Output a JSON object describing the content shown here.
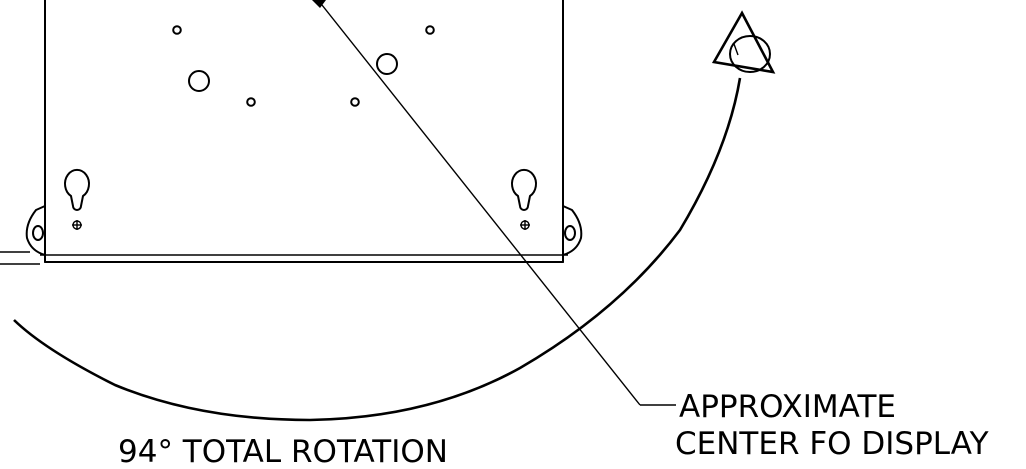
{
  "annotations": {
    "callout_line1": "APPROXIMATE",
    "callout_line2": "CENTER FO DISPLAY",
    "rotation_label": "94° TOTAL ROTATION"
  },
  "colors": {
    "line": "#000000",
    "background": "#ffffff"
  }
}
